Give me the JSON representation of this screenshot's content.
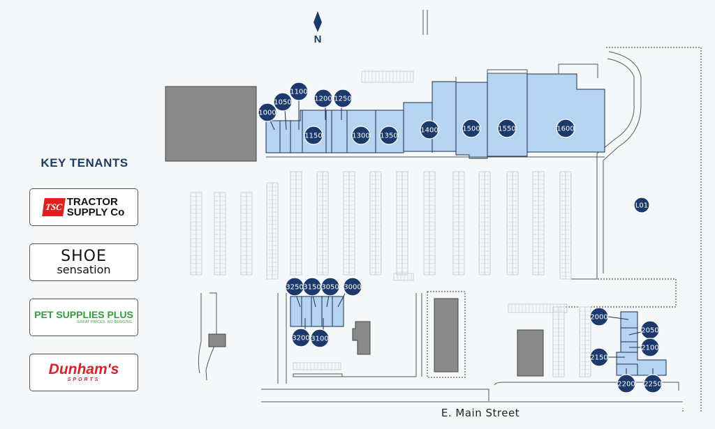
{
  "map": {
    "north_label": "N",
    "street_label": "E. Main Street",
    "key_tenants_title": "KEY TENANTS",
    "colors": {
      "unit_fill": "#b6d3f0",
      "unit_stroke": "#1b2f52",
      "marker_fill": "#1b3a6b",
      "building_gray": "#8a8a8a",
      "background": "#f6f7f9"
    }
  },
  "key_tenants": [
    {
      "id": "tractor-supply",
      "badge": "TSC",
      "line1": "TRACTOR",
      "line2": "SUPPLY Co"
    },
    {
      "id": "shoe-sensation",
      "line1": "SHOE",
      "line2": "sensation"
    },
    {
      "id": "pet-supplies-plus",
      "line1": "PET SUPPLIES PLUS",
      "line2": "GREAT PRICES. NO BEGGING."
    },
    {
      "id": "dunhams",
      "line1": "Dunham's",
      "line2": "SPORTS"
    }
  ],
  "units": [
    {
      "id": "1000"
    },
    {
      "id": "1050"
    },
    {
      "id": "1100"
    },
    {
      "id": "1150"
    },
    {
      "id": "1200"
    },
    {
      "id": "1250"
    },
    {
      "id": "1300"
    },
    {
      "id": "1350"
    },
    {
      "id": "1400"
    },
    {
      "id": "1500"
    },
    {
      "id": "1550"
    },
    {
      "id": "1600"
    },
    {
      "id": "L01"
    },
    {
      "id": "3250"
    },
    {
      "id": "3150"
    },
    {
      "id": "3050"
    },
    {
      "id": "3000"
    },
    {
      "id": "3200"
    },
    {
      "id": "3100"
    },
    {
      "id": "2000"
    },
    {
      "id": "2050"
    },
    {
      "id": "2100"
    },
    {
      "id": "2150"
    },
    {
      "id": "2200"
    },
    {
      "id": "2250"
    }
  ]
}
